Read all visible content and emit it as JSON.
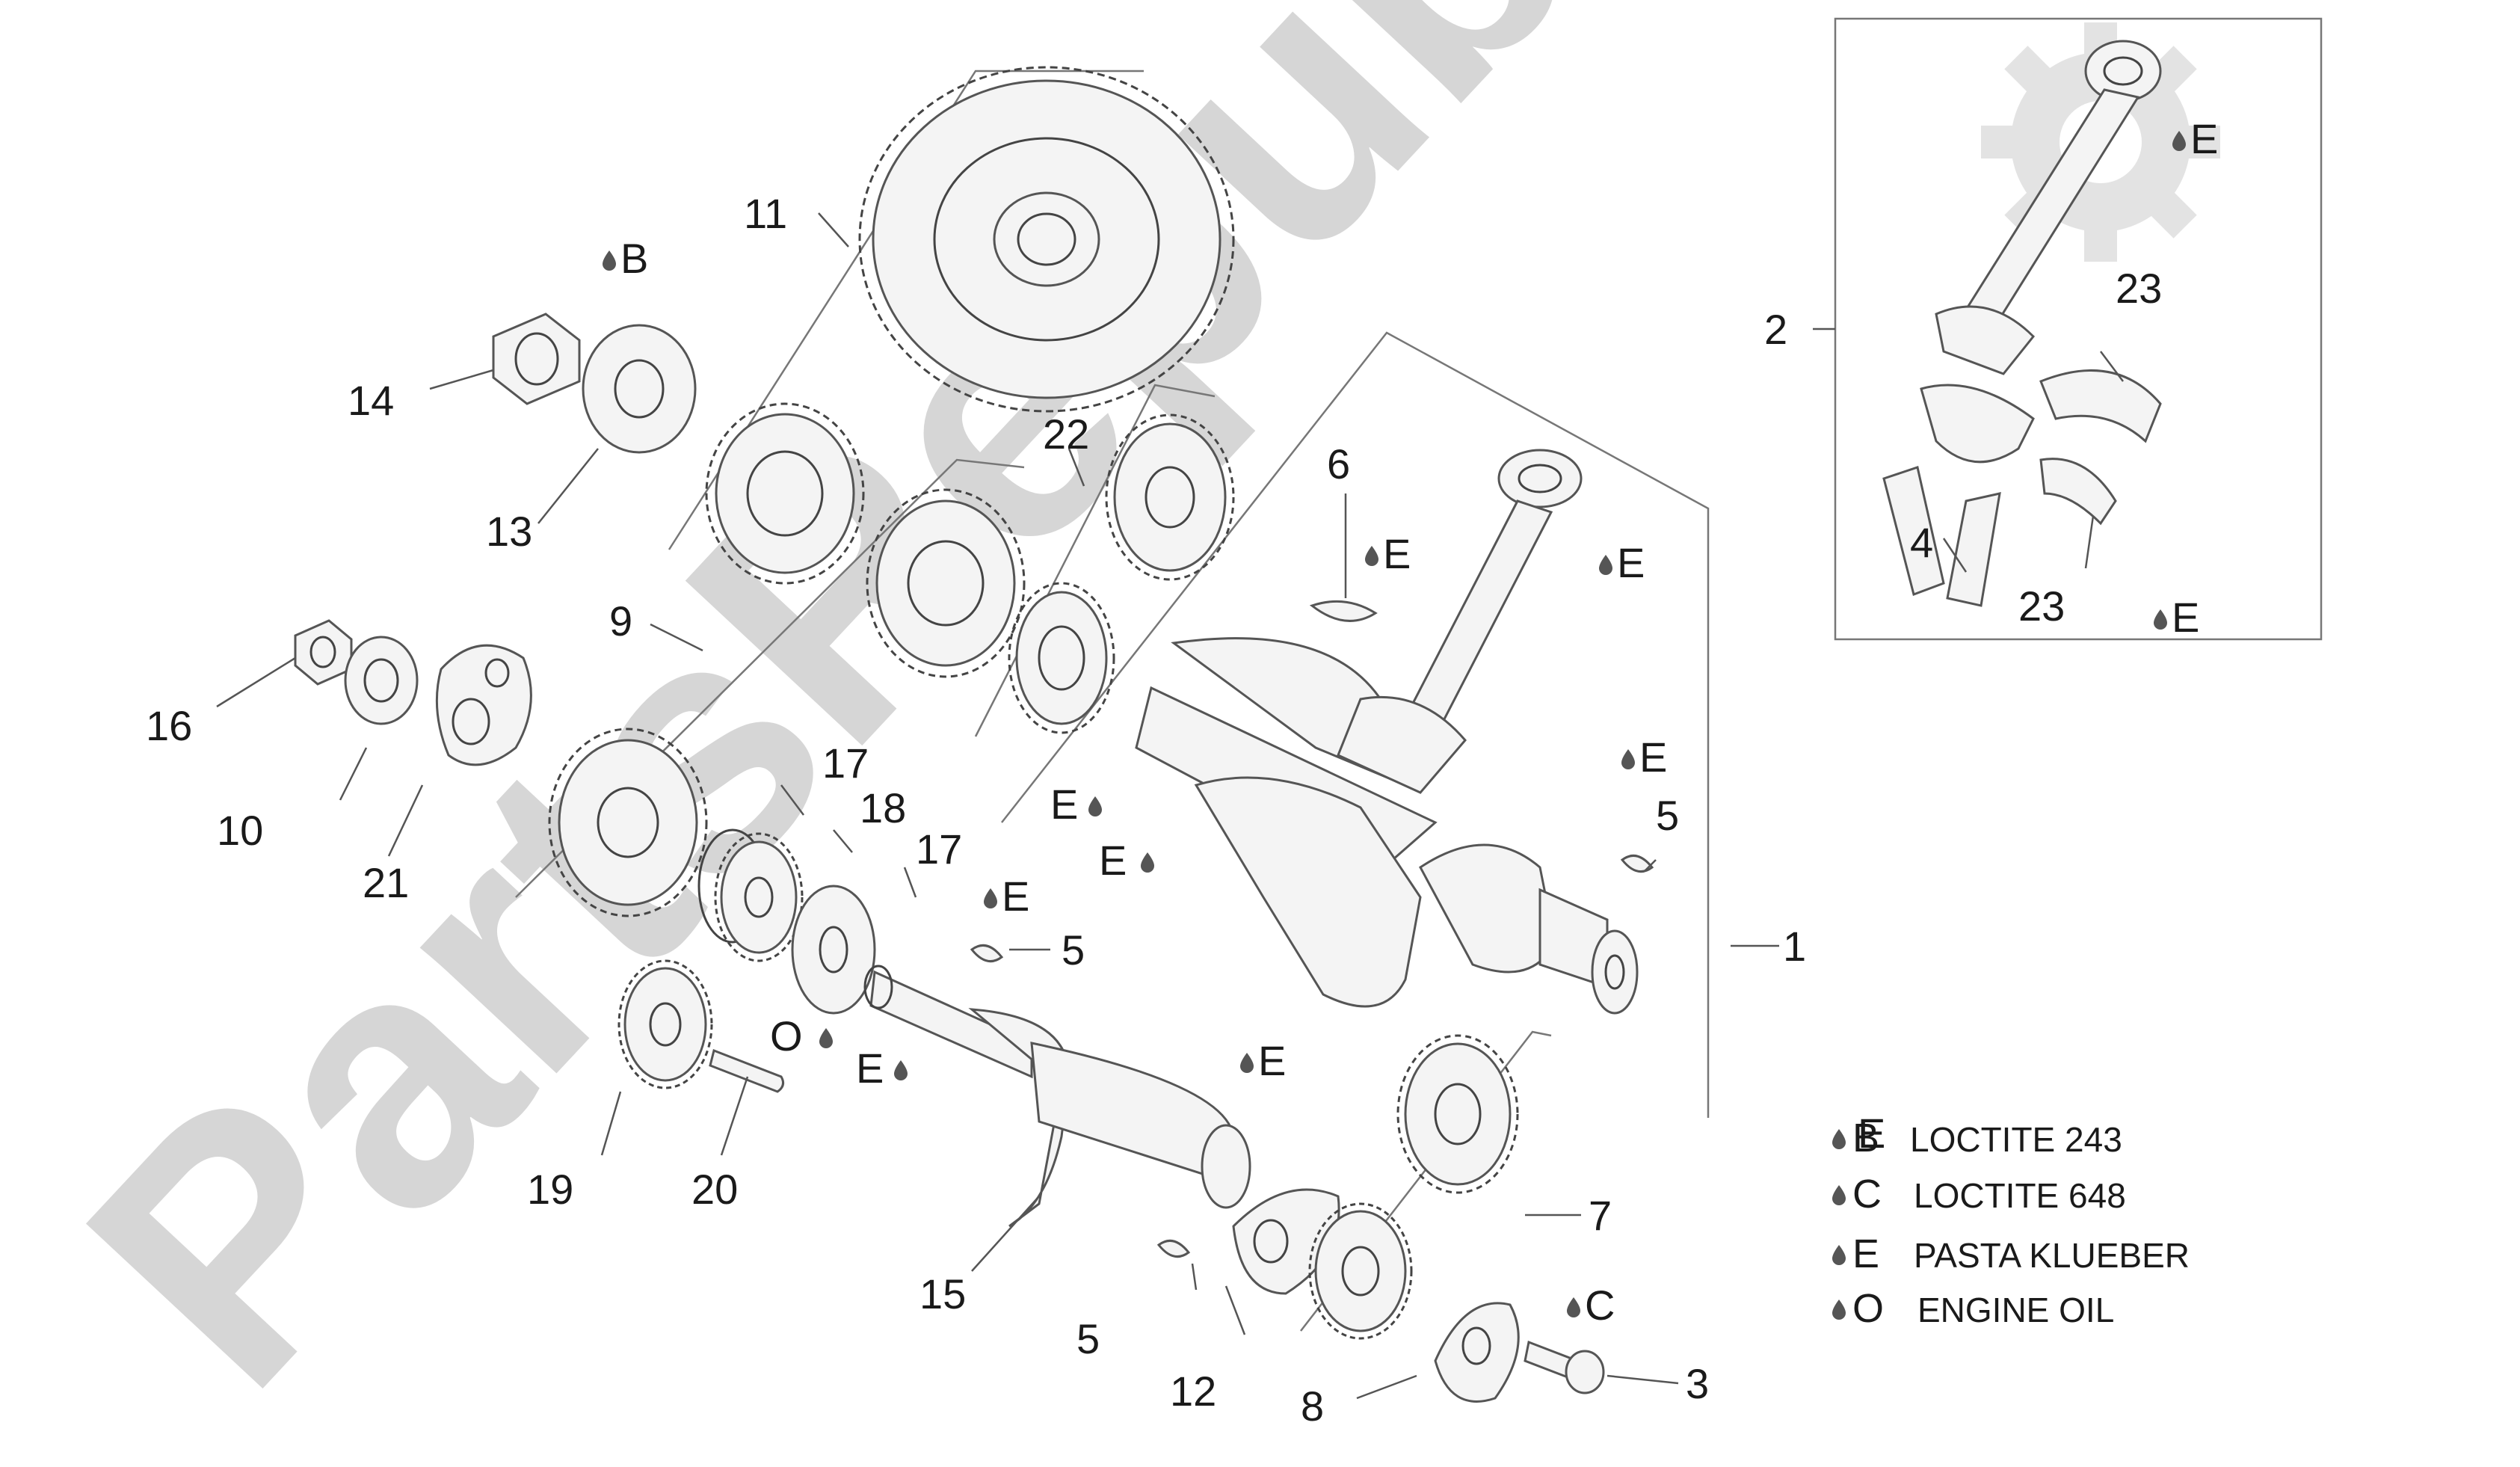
{
  "watermark": "PartsRepublik",
  "callouts": [
    "1",
    "2",
    "3",
    "4",
    "5",
    "5",
    "5",
    "6",
    "7",
    "8",
    "9",
    "10",
    "11",
    "12",
    "13",
    "14",
    "15",
    "16",
    "17",
    "17",
    "18",
    "19",
    "20",
    "21",
    "22",
    "23",
    "23"
  ],
  "markers": [
    "B",
    "C",
    "E",
    "E",
    "E",
    "E",
    "E",
    "E",
    "E",
    "E",
    "E",
    "E",
    "E",
    "O"
  ],
  "legend": [
    {
      "key": "B",
      "text": "LOCTITE 243"
    },
    {
      "key": "C",
      "text": "LOCTITE 648"
    },
    {
      "key": "E",
      "text": "PASTA KLUEBER"
    },
    {
      "key": "O",
      "text": "ENGINE OIL"
    }
  ]
}
